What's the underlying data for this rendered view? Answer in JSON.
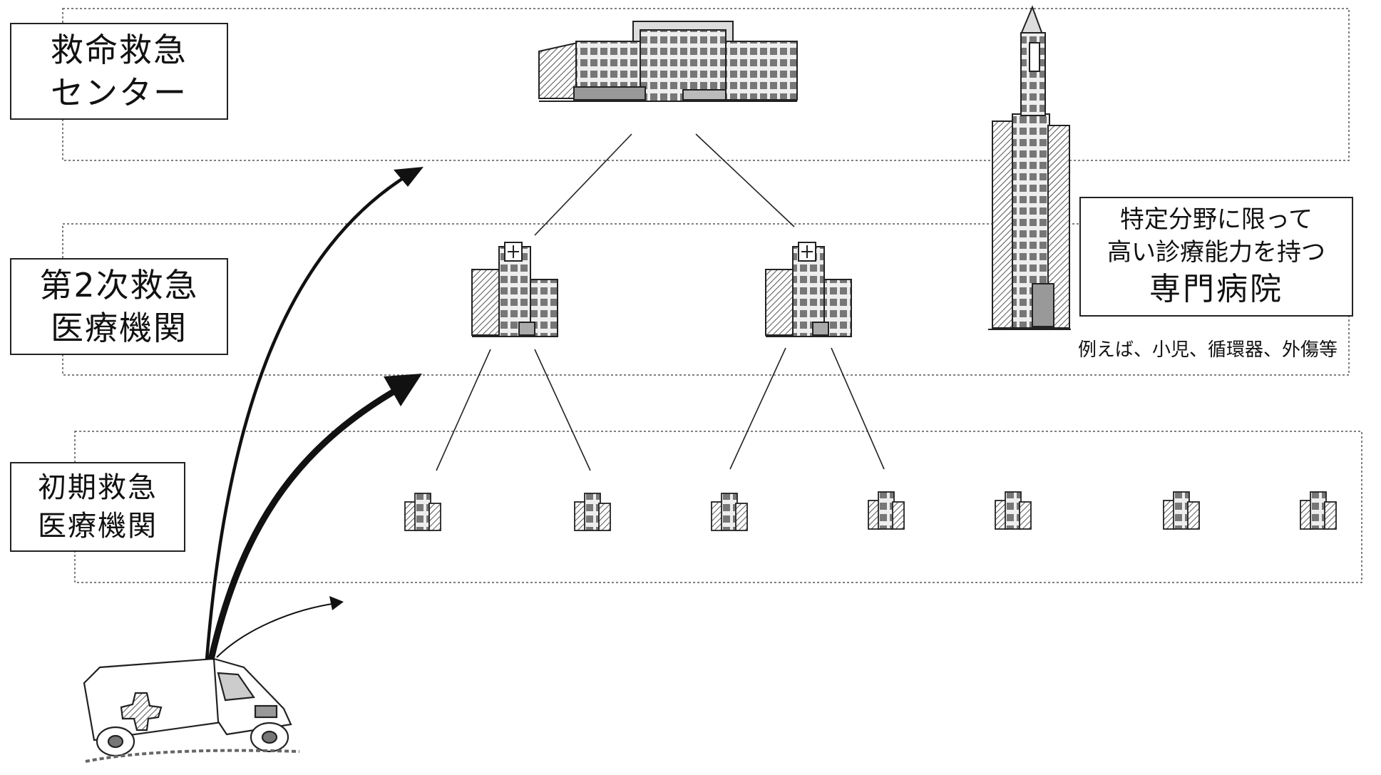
{
  "tiers": {
    "critical": {
      "line1": "救命救急",
      "line2": "センター"
    },
    "secondary": {
      "line1": "第2次救急",
      "line2": "医療機関"
    },
    "primary": {
      "line1": "初期救急",
      "line2": "医療機関"
    }
  },
  "specialized": {
    "line1": "特定分野に限って",
    "line2": "高い診療能力を持つ",
    "line3": "専門病院",
    "examples": "例えば、小児、循環器、外傷等"
  },
  "icons": {
    "critical_center": "large-hospital-icon",
    "secondary": [
      "hospital-icon",
      "hospital-icon"
    ],
    "primary": [
      "clinic-icon",
      "clinic-icon",
      "clinic-icon",
      "clinic-icon",
      "clinic-icon",
      "clinic-icon",
      "clinic-icon"
    ],
    "specialized": "tower-hospital-icon",
    "ambulance": "ambulance-icon"
  }
}
